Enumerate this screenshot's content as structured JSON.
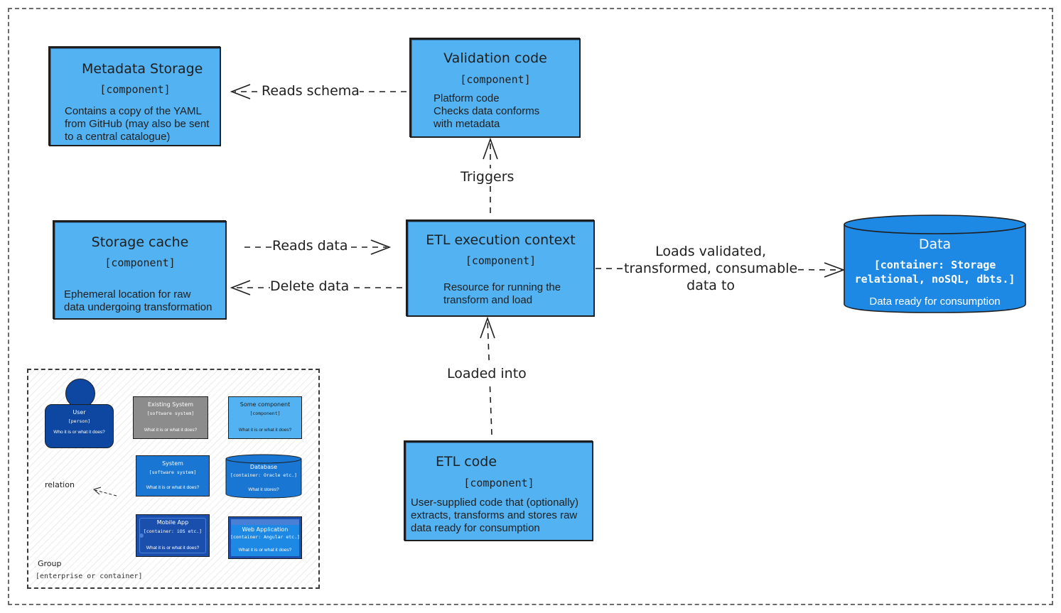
{
  "components": {
    "metadata_storage": {
      "title": "Metadata Storage",
      "type": "[component]",
      "desc": "Contains a copy of the YAML\nfrom GitHub (may also be sent\nto a central catalogue)"
    },
    "validation_code": {
      "title": "Validation code",
      "type": "[component]",
      "desc": "Platform code\nChecks data conforms\nwith metadata"
    },
    "storage_cache": {
      "title": "Storage cache",
      "type": "[component]",
      "desc": "Ephemeral location for raw\ndata undergoing transformation"
    },
    "etl_context": {
      "title": "ETL execution context",
      "type": "[component]",
      "desc": "Resource for running the\ntransform and load"
    },
    "etl_code": {
      "title": "ETL code",
      "type": "[component]",
      "desc": "User-supplied code that (optionally)\nextracts, transforms and stores raw\ndata ready for consumption"
    },
    "data": {
      "title": "Data",
      "type": "[container: Storage\nrelational, noSQL, dbts.]",
      "desc": "Data ready for consumption"
    }
  },
  "relations": {
    "reads_schema": "Reads schema",
    "triggers": "Triggers",
    "reads_data": "Reads data",
    "delete_data": "Delete data",
    "loads": "Loads validated,\ntransformed, consumable\ndata to",
    "loaded_into": "Loaded into"
  },
  "legend": {
    "user": {
      "title": "User",
      "type": "[person]",
      "desc": "Who it is or what it does?"
    },
    "existing_system": {
      "title": "Existing System",
      "type": "[software system]",
      "desc": "What it is or what it does?"
    },
    "some_component": {
      "title": "Some component",
      "type": "[component]",
      "desc": "What it is or what it does?"
    },
    "system": {
      "title": "System",
      "type": "[software system]",
      "desc": "What it is or what it does?"
    },
    "database": {
      "title": "Database",
      "type": "[container: Oracle etc.]",
      "desc": "What it stores?"
    },
    "mobile_app": {
      "title": "Mobile App",
      "type": "[container: iOS etc.]",
      "desc": "What it is or what it does?"
    },
    "web_app": {
      "title": "Web Application",
      "type": "[container: Angular etc.]",
      "desc": "What it is or what it does?"
    },
    "relation": "relation",
    "group_title": "Group",
    "group_type": "[enterprise or container]"
  },
  "colors": {
    "component": "#53b3f2",
    "container": "#1e88e5",
    "person": "#0d47a1",
    "existing": "#8c8c8c",
    "system": "#1976d2",
    "app": "#1a4fae"
  }
}
